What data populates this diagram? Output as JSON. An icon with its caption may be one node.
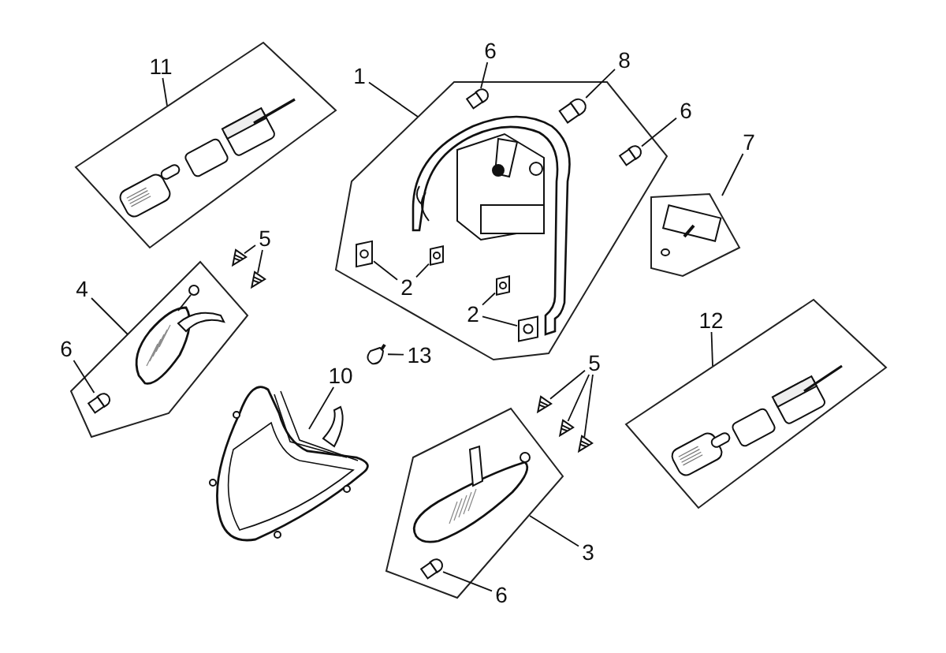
{
  "diagram": {
    "nodes": [
      {
        "text": [
          "11"
        ]
      },
      {
        "text": [],
        "shape": "polygon"
      },
      {
        "text": [
          "1"
        ]
      },
      {
        "text": [],
        "shape": "polygon"
      },
      {
        "text": [
          "6"
        ]
      },
      {
        "text": [],
        "shape": "bulb",
        "in": 3
      },
      {
        "text": [
          "8"
        ]
      },
      {
        "text": [],
        "shape": "bulb",
        "in": 3
      },
      {
        "text": [
          "6"
        ]
      },
      {
        "text": [],
        "shape": "bulb",
        "in": 3
      },
      {
        "text": [
          "7"
        ]
      },
      {
        "text": [],
        "shape": "polygon"
      },
      {
        "text": [
          "5"
        ]
      },
      {
        "text": [],
        "shape": "screw"
      },
      {
        "text": [],
        "shape": "screw"
      },
      {
        "text": [
          "4"
        ]
      },
      {
        "text": [],
        "shape": "polygon"
      },
      {
        "text": [
          "2"
        ],
        "in": 3
      },
      {
        "text": [],
        "shape": "clip",
        "in": 3
      },
      {
        "text": [],
        "shape": "clip",
        "in": 3
      },
      {
        "text": [
          "2"
        ],
        "in": 3
      },
      {
        "text": [],
        "shape": "clip",
        "in": 3
      },
      {
        "text": [],
        "shape": "clip",
        "in": 3
      },
      {
        "text": [
          "6"
        ]
      },
      {
        "text": [],
        "shape": "bulb",
        "in": 16
      },
      {
        "text": [
          "10"
        ]
      },
      {
        "text": [],
        "shape": "picture"
      },
      {
        "text": [],
        "shape": "bulb"
      },
      {
        "text": [
          "13"
        ]
      },
      {
        "text": [
          "12"
        ]
      },
      {
        "text": [],
        "shape": "polygon"
      },
      {
        "text": [
          "5"
        ]
      },
      {
        "text": [],
        "shape": "screw"
      },
      {
        "text": [],
        "shape": "screw"
      },
      {
        "text": [],
        "shape": "screw"
      },
      {
        "text": [
          "3"
        ]
      },
      {
        "text": [],
        "shape": "polygon"
      },
      {
        "text": [
          "6"
        ]
      },
      {
        "text": [],
        "shape": "bulb",
        "in": 36
      }
    ],
    "edges": [
      {
        "from": 0,
        "to": 1,
        "arrow": "none"
      },
      {
        "from": 2,
        "to": 3,
        "arrow": "none"
      },
      {
        "from": 4,
        "to": 5,
        "arrow": "none"
      },
      {
        "from": 6,
        "to": 7,
        "arrow": "none"
      },
      {
        "from": 8,
        "to": 9,
        "arrow": "none"
      },
      {
        "from": 10,
        "to": 11,
        "arrow": "none"
      },
      {
        "from": 12,
        "to": 13,
        "arrow": "none"
      },
      {
        "from": 12,
        "to": 14,
        "arrow": "none"
      },
      {
        "from": 15,
        "to": 16,
        "arrow": "none"
      },
      {
        "from": 17,
        "to": 18,
        "arrow": "none"
      },
      {
        "from": 17,
        "to": 19,
        "arrow": "none"
      },
      {
        "from": 20,
        "to": 21,
        "arrow": "none"
      },
      {
        "from": 20,
        "to": 22,
        "arrow": "none"
      },
      {
        "from": 23,
        "to": 24,
        "arrow": "none"
      },
      {
        "from": 25,
        "to": 26,
        "arrow": "none"
      },
      {
        "from": 28,
        "to": 27,
        "arrow": "none"
      },
      {
        "from": 29,
        "to": 30,
        "arrow": "none"
      },
      {
        "from": 31,
        "to": 32,
        "arrow": "none"
      },
      {
        "from": 31,
        "to": 33,
        "arrow": "none"
      },
      {
        "from": 31,
        "to": 34,
        "arrow": "none"
      },
      {
        "from": 35,
        "to": 36,
        "arrow": "none"
      },
      {
        "from": 37,
        "to": 38,
        "arrow": "none"
      }
    ]
  }
}
